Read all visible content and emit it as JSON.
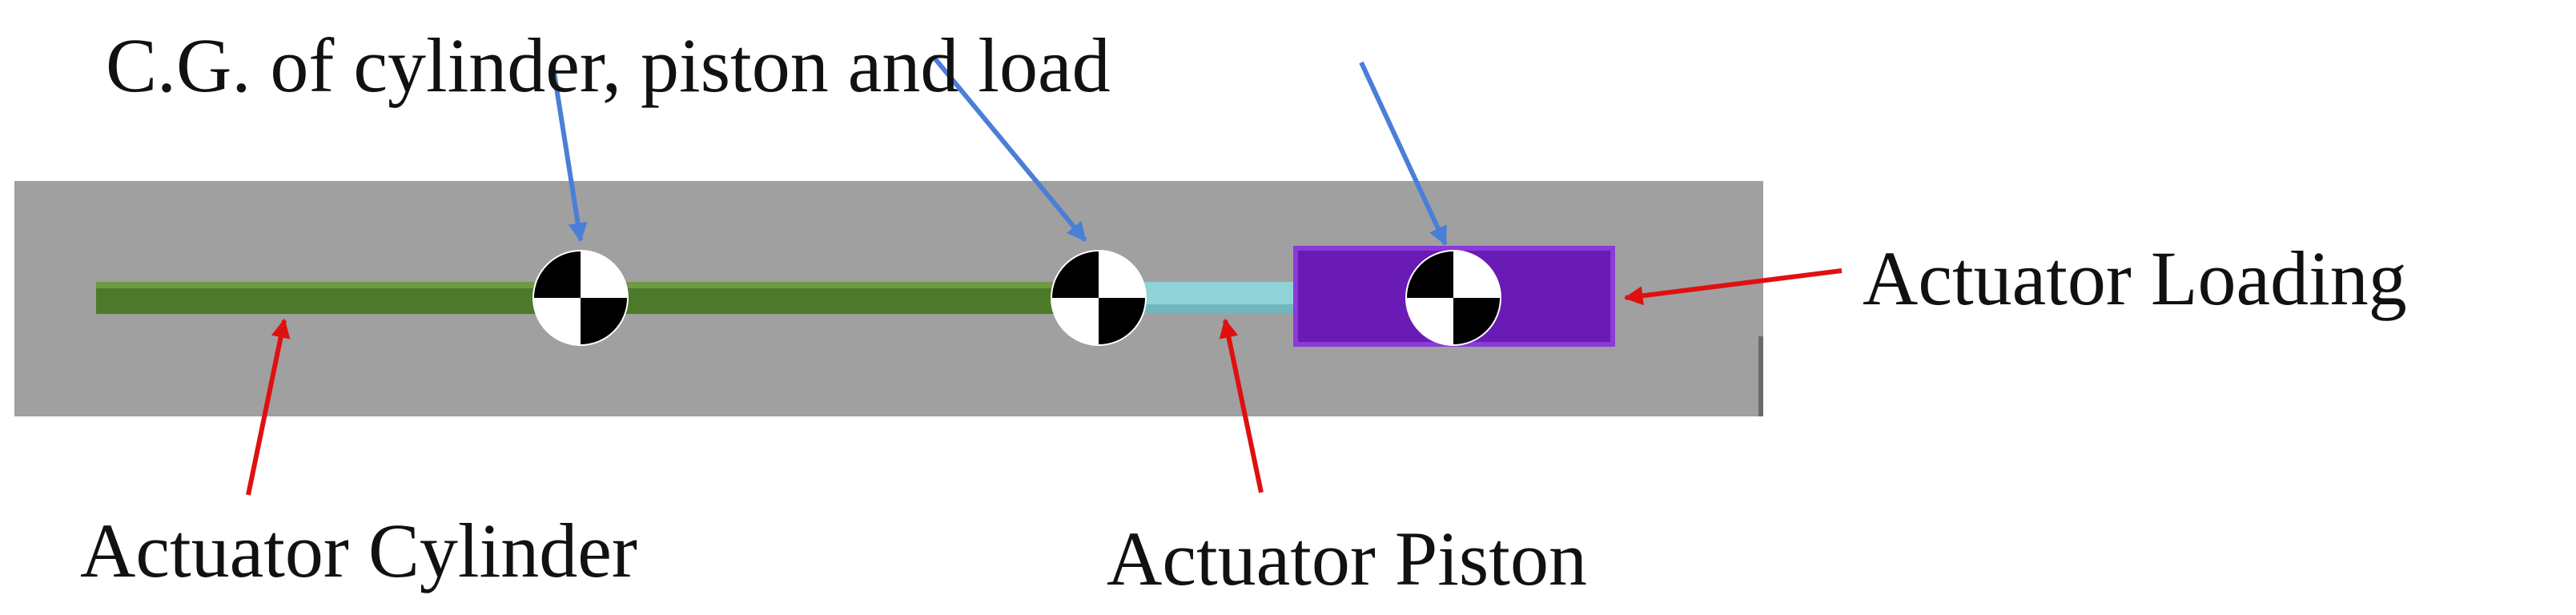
{
  "labels": {
    "cg_title": "C.G. of cylinder, piston and load",
    "actuator_loading": "Actuator Loading",
    "actuator_cylinder": "Actuator Cylinder",
    "actuator_piston": "Actuator Piston"
  },
  "colors": {
    "background_panel": "#a0a0a0",
    "cylinder_rod": "#4d7a2a",
    "piston_rod": "#8fd3d8",
    "load_block": "#6a1bb5",
    "cg_pointer_arrow": "#4a7fd8",
    "part_pointer_arrow": "#e01010"
  },
  "icons": {
    "cg_marker": "center-of-gravity-icon"
  }
}
